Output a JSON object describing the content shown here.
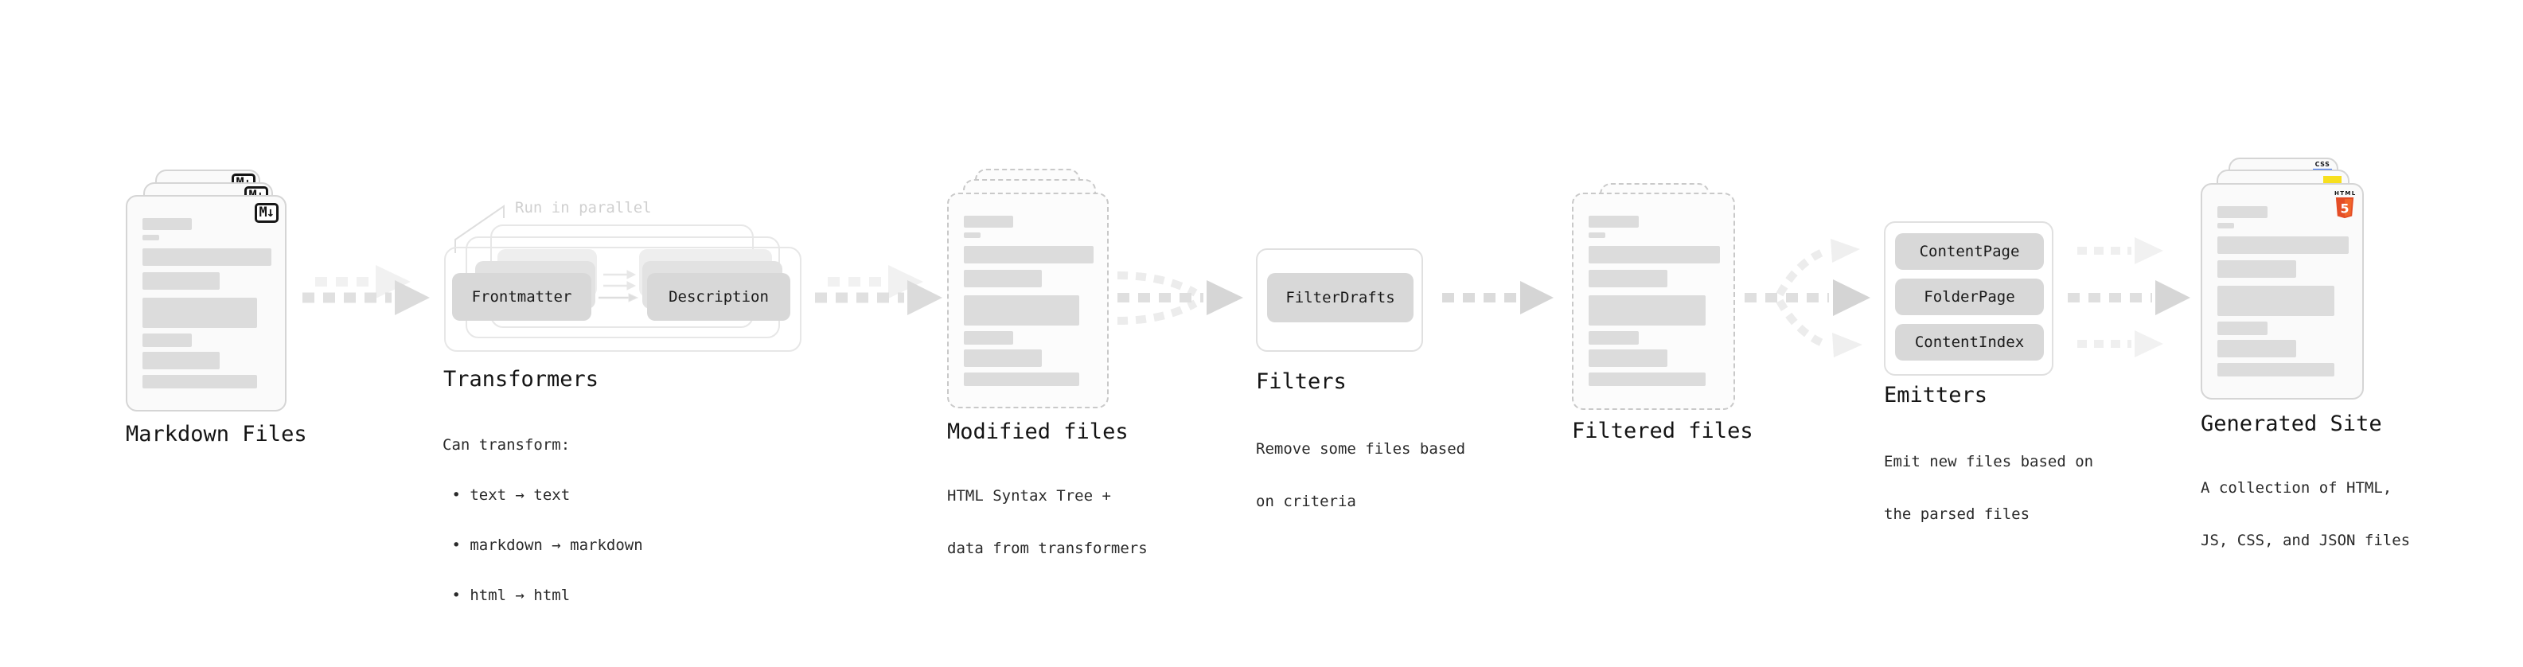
{
  "stages": {
    "markdown_files": {
      "label": "Markdown Files",
      "badge": "M↓"
    },
    "transformers": {
      "label": "Transformers",
      "annotation": "Run in parallel",
      "pills": [
        "Frontmatter",
        "Description"
      ],
      "details": [
        "Can transform:",
        " • text → text",
        " • markdown → markdown",
        " • html → html"
      ]
    },
    "modified_files": {
      "label": "Modified files",
      "details": [
        "HTML Syntax Tree +",
        "data from transformers"
      ]
    },
    "filters": {
      "label": "Filters",
      "pills": [
        "FilterDrafts"
      ],
      "details": [
        "Remove some files based",
        "on criteria"
      ]
    },
    "filtered_files": {
      "label": "Filtered files"
    },
    "emitters": {
      "label": "Emitters",
      "pills": [
        "ContentPage",
        "FolderPage",
        "ContentIndex"
      ],
      "details": [
        "Emit new files based on",
        "the parsed files"
      ]
    },
    "generated_site": {
      "label": "Generated Site",
      "badges": {
        "css": "CSS",
        "html": "HTML",
        "html5_numeral": "5"
      },
      "details": [
        "A collection of HTML,",
        "JS, CSS, and JSON files"
      ]
    }
  },
  "colors": {
    "doc_fill": "#fafafa",
    "doc_border": "#d5d5d5",
    "bar_gray": "#dcdcdc",
    "pill_gray": "#d8d8d8",
    "arrow_gray": "#dedede",
    "arrow_light": "#f1f1f1",
    "annotation_gray": "#d0d0d0",
    "css_blue": "#2965f1",
    "js_yellow": "#f7df1e",
    "html5_orange": "#e44d26",
    "html5_orange_light": "#f16529"
  }
}
